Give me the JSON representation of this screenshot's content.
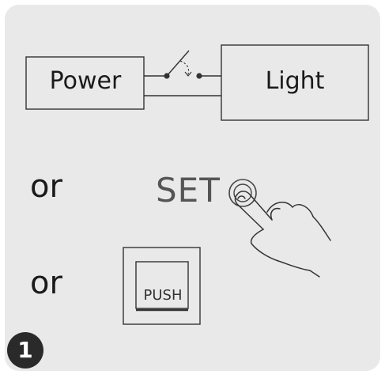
{
  "diagram": {
    "power_label": "Power",
    "light_label": "Light",
    "or_label_1": "or",
    "or_label_2": "or",
    "set_label": "SET",
    "push_label": "PUSH",
    "step_number": "1"
  },
  "colors": {
    "panel_background": "#e9e9e9",
    "line_color": "#333333",
    "badge_background": "#2a2a2a"
  },
  "icons": [
    "switch-symbol-icon",
    "set-button-icon",
    "pointing-hand-icon",
    "push-button-icon"
  ]
}
